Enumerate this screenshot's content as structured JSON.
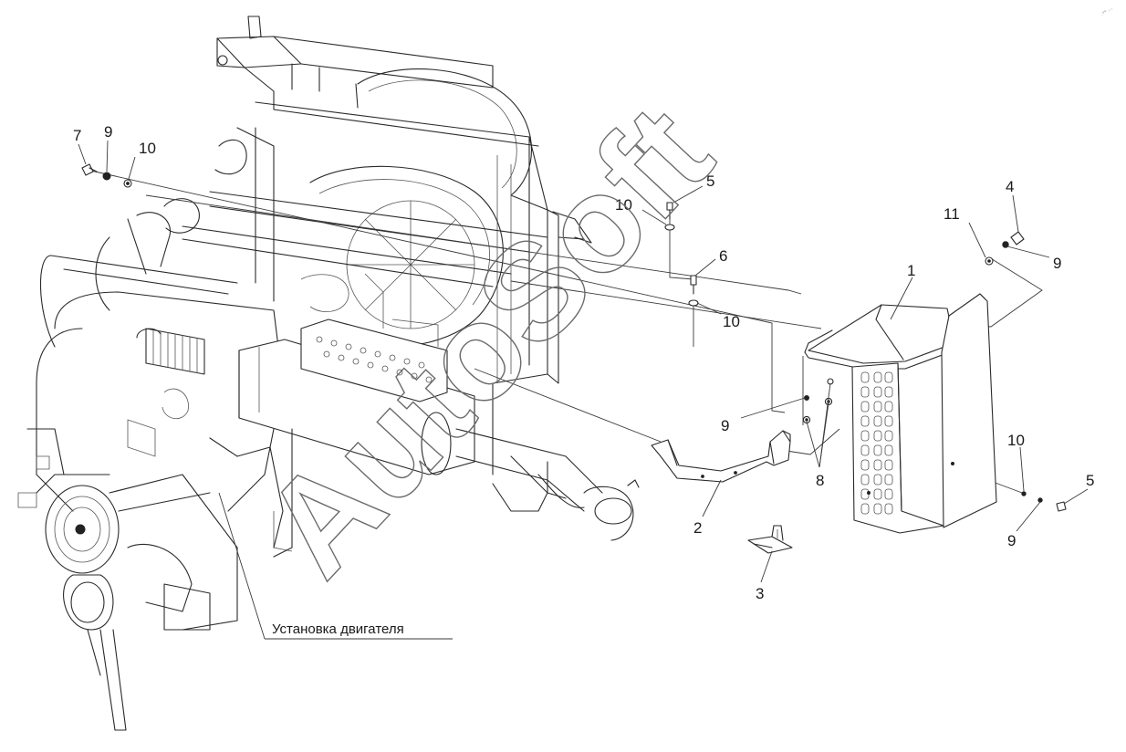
{
  "diagram": {
    "callouts": [
      {
        "id": "c7",
        "label": "7"
      },
      {
        "id": "c9a",
        "label": "9"
      },
      {
        "id": "c10a",
        "label": "10"
      },
      {
        "id": "c5a",
        "label": "5"
      },
      {
        "id": "c10b",
        "label": "10"
      },
      {
        "id": "c6",
        "label": "6"
      },
      {
        "id": "c10c",
        "label": "10"
      },
      {
        "id": "c4",
        "label": "4"
      },
      {
        "id": "c11",
        "label": "11"
      },
      {
        "id": "c9b",
        "label": "9"
      },
      {
        "id": "c1",
        "label": "1"
      },
      {
        "id": "c9c",
        "label": "9"
      },
      {
        "id": "c8",
        "label": "8"
      },
      {
        "id": "c2",
        "label": "2"
      },
      {
        "id": "c3",
        "label": "3"
      },
      {
        "id": "c10d",
        "label": "10"
      },
      {
        "id": "c5b",
        "label": "5"
      },
      {
        "id": "c9d",
        "label": "9"
      }
    ],
    "engine_caption": "Установка двигателя",
    "watermark": "AutoSoft",
    "corner_mark": "·°° ···"
  }
}
